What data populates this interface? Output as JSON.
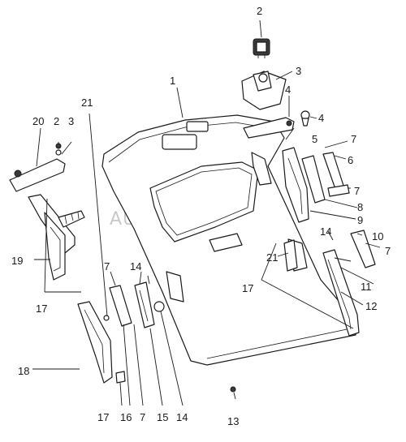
{
  "watermark": "AUTOPITER.RU",
  "callouts": {
    "c1": "1",
    "c2": "2",
    "c3": "3",
    "c4a": "4",
    "c4b": "4",
    "c5": "5",
    "c6": "6",
    "c7a": "7",
    "c7b": "7",
    "c7c": "7",
    "c7d": "7",
    "c7e": "7",
    "c8": "8",
    "c9": "9",
    "c10": "10",
    "c11": "11",
    "c12": "12",
    "c13": "13",
    "c14a": "14",
    "c14b": "14",
    "c14c": "14",
    "c15": "15",
    "c16": "16",
    "c17a": "17",
    "c17b": "17",
    "c17c": "17",
    "c18": "18",
    "c19": "19",
    "c20": "20",
    "c21a": "21",
    "c21b": "21",
    "c2l": "2",
    "c3l": "3"
  }
}
